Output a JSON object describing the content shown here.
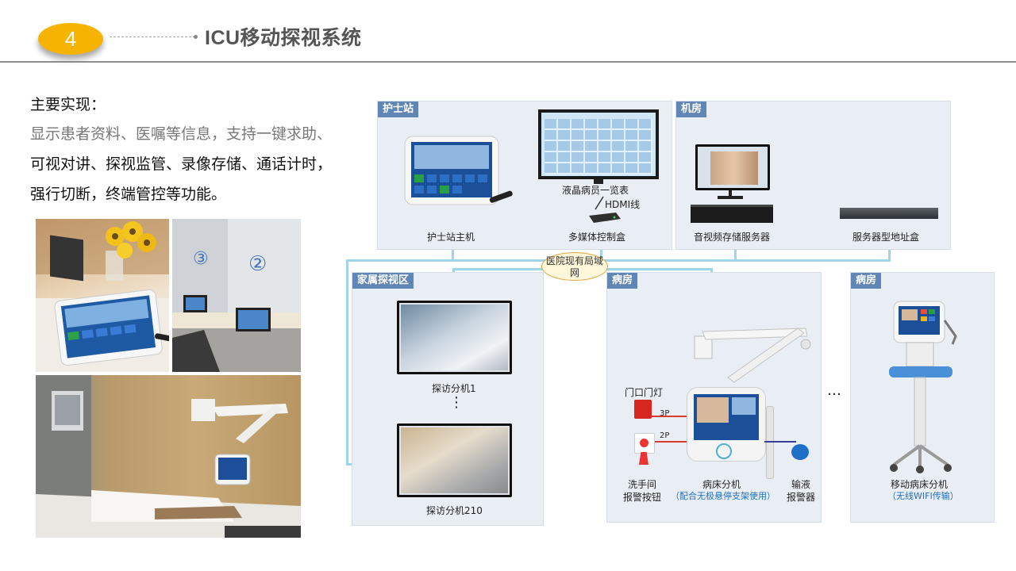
{
  "slide": {
    "number": "4",
    "title": "ICU移动探视系统"
  },
  "intro": {
    "heading": "主要实现：",
    "desc_gray": "显示患者资料、医嘱等信息，支持一键求助、",
    "desc_dark": "可视对讲、探视监管、录像存储、通话计时，强行切断，终端管控等功能。"
  },
  "photos": {
    "room_marker_3": "③",
    "room_marker_2": "②"
  },
  "diagram": {
    "nurse_station": {
      "tag": "护士站",
      "host_label": "护士站主机",
      "lcd_label": "液晶病员一览表",
      "hdmi_label": "HDMI线",
      "mediabox_label": "多媒体控制盒"
    },
    "machine_room": {
      "tag": "机房",
      "av_server_label": "音视频存储服务器",
      "addr_server_label": "服务器型地址盒"
    },
    "lan_label": "医院现有局域网",
    "family_area": {
      "tag": "家属探视区",
      "terminal1_label": "探访分机1",
      "ellipsis": "⋮",
      "terminal210_label": "探访分机210"
    },
    "ward1": {
      "tag": "病房",
      "door_light_label": "门口门灯",
      "wire_3p": "3P",
      "wire_2p": "2P",
      "washroom_label_1": "洗手间",
      "washroom_label_2": "报警按钮",
      "bedside_label": "病床分机",
      "bedside_note": "（配合无极悬停支架使用）",
      "infusion_label_1": "输液",
      "infusion_label_2": "报警器"
    },
    "dots": "…",
    "ward2": {
      "tag": "病房",
      "mobile_label": "移动病床分机",
      "mobile_note": "（无线WIFI传输）"
    }
  }
}
